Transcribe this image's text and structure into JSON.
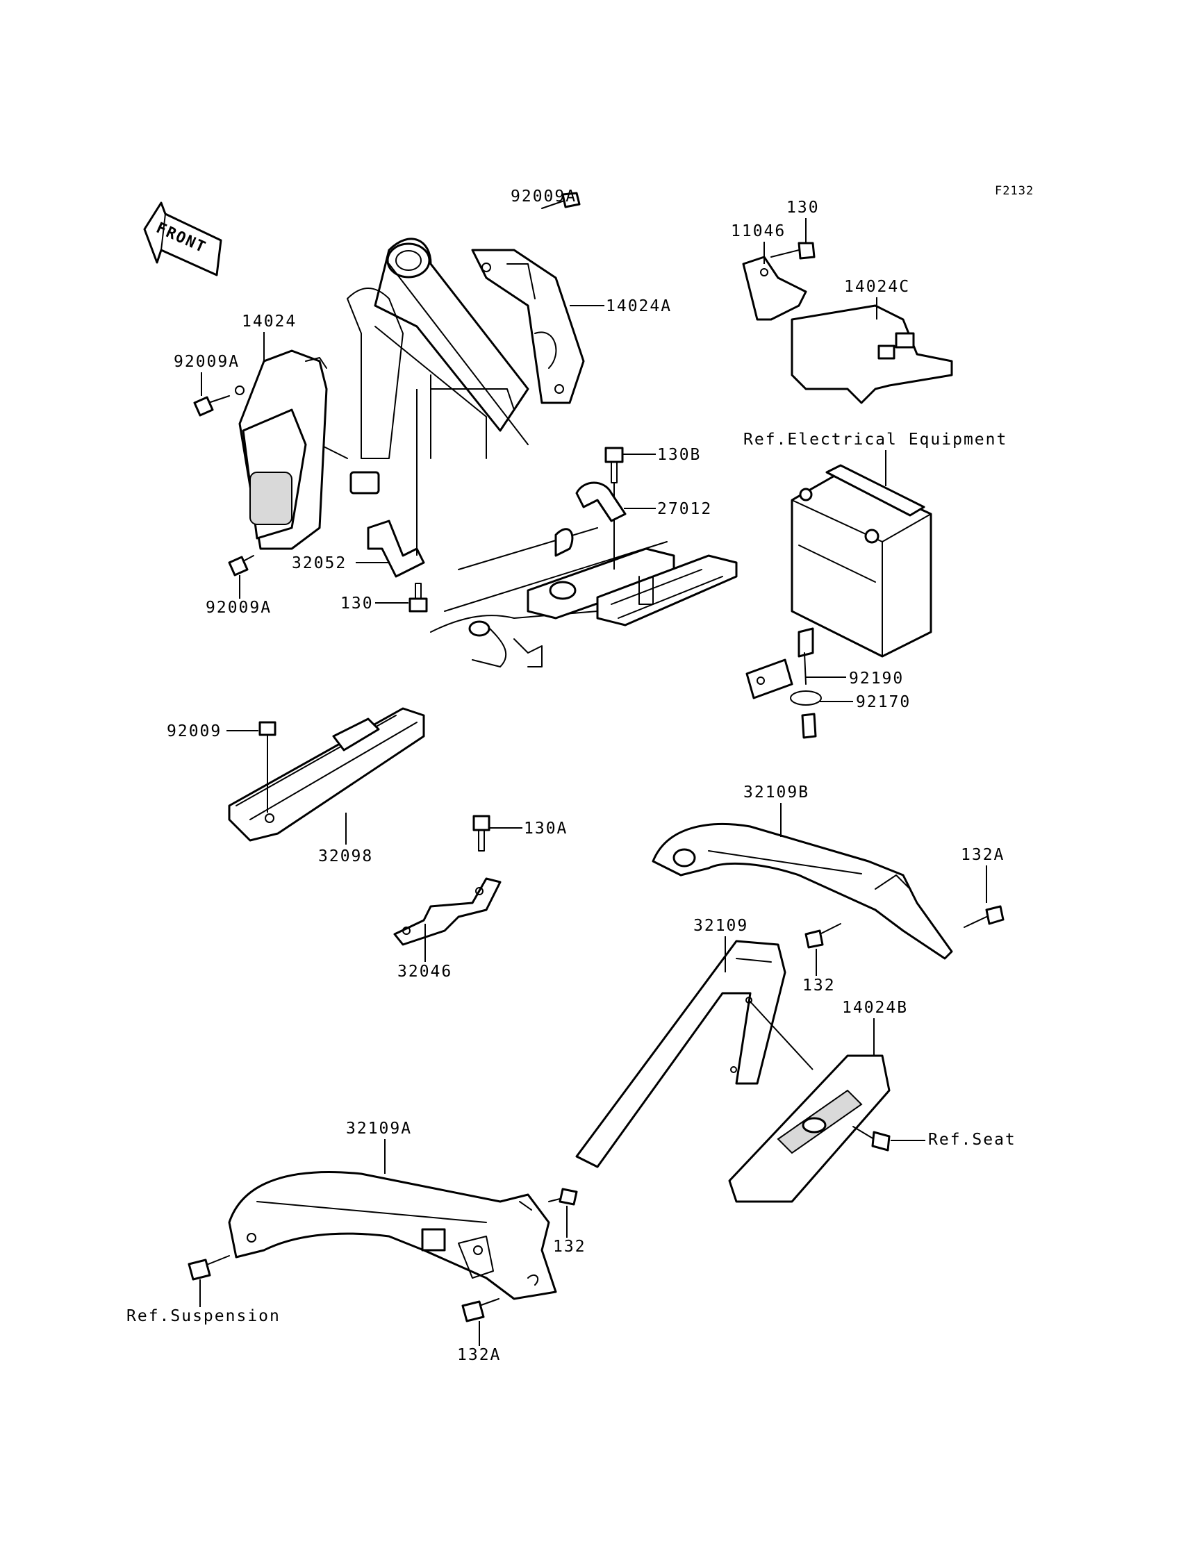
{
  "diagram_code": "F2132",
  "front_arrow_text": "FRONT",
  "labels": {
    "p92009A_top": "92009A",
    "p14024A": "14024A",
    "p14024": "14024",
    "p92009A_left_upper": "92009A",
    "p92009A_left_lower": "92009A",
    "p32052": "32052",
    "p130_mid": "130",
    "p130B": "130B",
    "p27012": "27012",
    "p130_top": "130",
    "p11046": "11046",
    "p14024C": "14024C",
    "ref_electrical": "Ref.Electrical Equipment",
    "p92190": "92190",
    "p92170": "92170",
    "p92009": "92009",
    "p32098": "32098",
    "p130A": "130A",
    "p32046": "32046",
    "p32109B": "32109B",
    "p132A_right": "132A",
    "p132_mid": "132",
    "p32109": "32109",
    "p14024B": "14024B",
    "ref_seat": "Ref.Seat",
    "p32109A": "32109A",
    "p132_low": "132",
    "ref_suspension": "Ref.Suspension",
    "p132A_low": "132A"
  }
}
